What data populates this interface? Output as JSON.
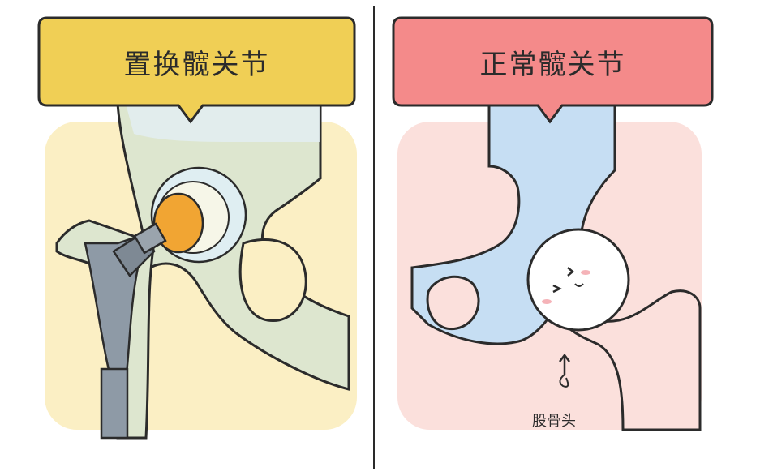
{
  "left_panel": {
    "title": "置换髋关节",
    "banner_color": "#f0cf55",
    "background_color": "#fbefc4"
  },
  "right_panel": {
    "title": "正常髋关节",
    "banner_color": "#f48a8a",
    "background_color": "#fbe0dc",
    "annotation": "股骨头"
  },
  "colors": {
    "bone_green": "#dde6cf",
    "bone_blue": "#c6def3",
    "implant_gray": "#8e9aa6",
    "implant_cup": "#f1a533",
    "outline": "#2b2b2b"
  }
}
